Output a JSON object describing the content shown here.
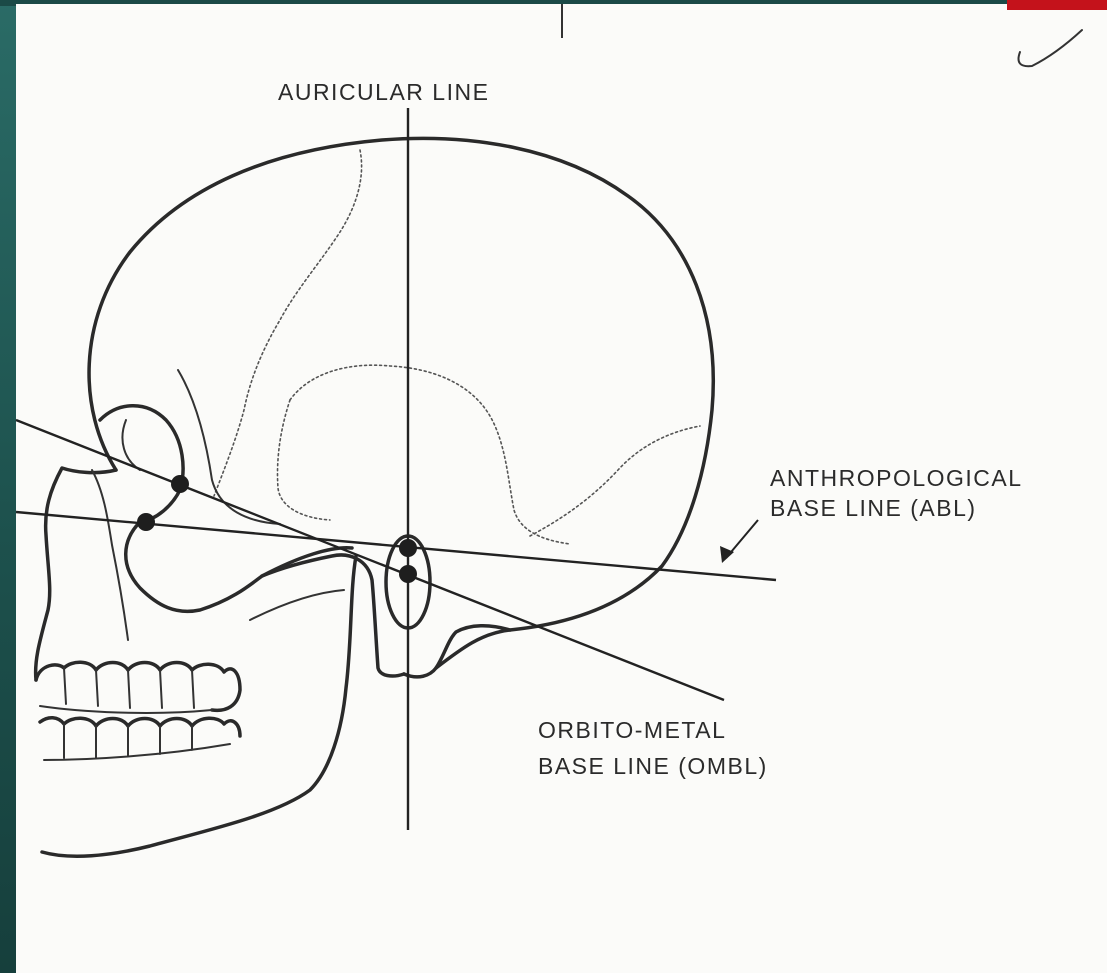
{
  "diagram": {
    "labels": {
      "auricular": "AURICULAR LINE",
      "abl_line1": "ANTHROPOLOGICAL",
      "abl_line2": "BASE LINE (ABL)",
      "ombl_line1": "ORBITO-METAL",
      "ombl_line2": "BASE LINE (OMBL)"
    }
  },
  "colors": {
    "slide_background": "#1f4f4d",
    "accent": "#c4121b",
    "paper": "#fbfbf9",
    "ink": "#2a2a2a"
  }
}
